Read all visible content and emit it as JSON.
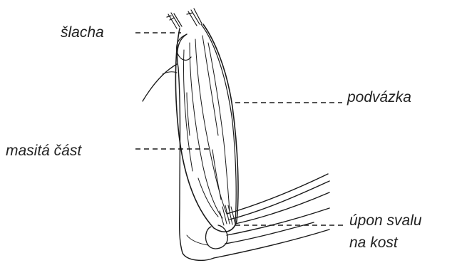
{
  "labels": {
    "tendon": "šlacha",
    "fascia": "podvázka",
    "muscle_belly": "masitá část",
    "insertion_line1": "úpon svalu",
    "insertion_line2": "na kost"
  }
}
